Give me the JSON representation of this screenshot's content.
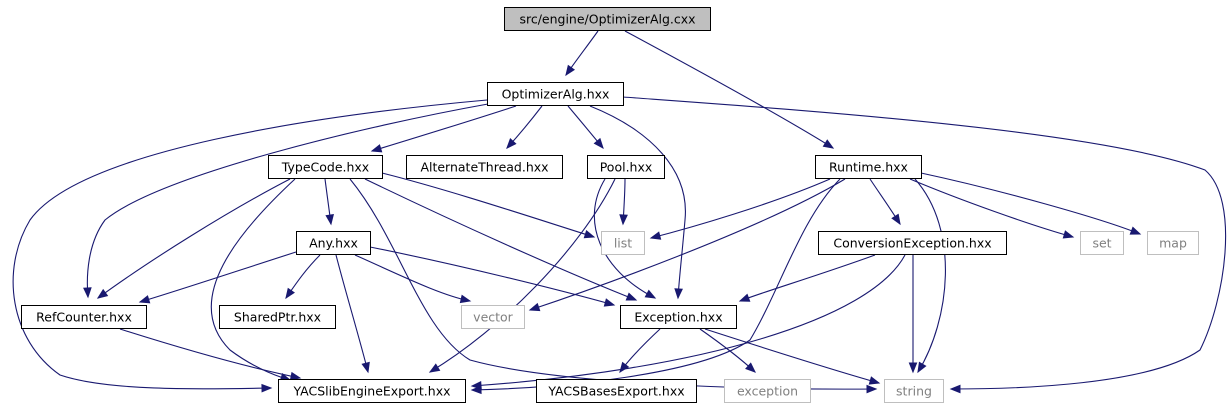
{
  "diagram": {
    "type": "include-dependency-graph",
    "colors": {
      "root_fill": "#bfbfbf",
      "node_fill": "#ffffff",
      "node_border": "#000000",
      "external_border": "#bfbfbf",
      "external_text": "#808080",
      "edge": "#191970"
    },
    "nodes": [
      {
        "id": "optimizeralg_cxx",
        "label": "src/engine/OptimizerAlg.cxx",
        "kind": "root"
      },
      {
        "id": "optimizeralg_hxx",
        "label": "OptimizerAlg.hxx",
        "kind": "file"
      },
      {
        "id": "runtime_hxx",
        "label": "Runtime.hxx",
        "kind": "file"
      },
      {
        "id": "typecode_hxx",
        "label": "TypeCode.hxx",
        "kind": "file"
      },
      {
        "id": "alternatethread_hxx",
        "label": "AlternateThread.hxx",
        "kind": "file"
      },
      {
        "id": "pool_hxx",
        "label": "Pool.hxx",
        "kind": "file"
      },
      {
        "id": "any_hxx",
        "label": "Any.hxx",
        "kind": "file"
      },
      {
        "id": "list",
        "label": "list",
        "kind": "external"
      },
      {
        "id": "conversionexception_hxx",
        "label": "ConversionException.hxx",
        "kind": "file"
      },
      {
        "id": "set",
        "label": "set",
        "kind": "external"
      },
      {
        "id": "map",
        "label": "map",
        "kind": "external"
      },
      {
        "id": "refcounter_hxx",
        "label": "RefCounter.hxx",
        "kind": "file"
      },
      {
        "id": "sharedptr_hxx",
        "label": "SharedPtr.hxx",
        "kind": "file"
      },
      {
        "id": "vector",
        "label": "vector",
        "kind": "external"
      },
      {
        "id": "exception_hxx",
        "label": "Exception.hxx",
        "kind": "file"
      },
      {
        "id": "yacslibengineexport_hxx",
        "label": "YACSlibEngineExport.hxx",
        "kind": "file"
      },
      {
        "id": "yacsbasesexport_hxx",
        "label": "YACSBasesExport.hxx",
        "kind": "file"
      },
      {
        "id": "exception",
        "label": "exception",
        "kind": "external"
      },
      {
        "id": "string",
        "label": "string",
        "kind": "external"
      }
    ],
    "edges": [
      {
        "from": "optimizeralg_cxx",
        "to": "optimizeralg_hxx"
      },
      {
        "from": "optimizeralg_cxx",
        "to": "runtime_hxx"
      },
      {
        "from": "optimizeralg_hxx",
        "to": "typecode_hxx"
      },
      {
        "from": "optimizeralg_hxx",
        "to": "alternatethread_hxx"
      },
      {
        "from": "optimizeralg_hxx",
        "to": "pool_hxx"
      },
      {
        "from": "optimizeralg_hxx",
        "to": "refcounter_hxx"
      },
      {
        "from": "optimizeralg_hxx",
        "to": "yacslibengineexport_hxx"
      },
      {
        "from": "optimizeralg_hxx",
        "to": "exception_hxx"
      },
      {
        "from": "optimizeralg_hxx",
        "to": "string"
      },
      {
        "from": "typecode_hxx",
        "to": "any_hxx"
      },
      {
        "from": "typecode_hxx",
        "to": "list"
      },
      {
        "from": "typecode_hxx",
        "to": "refcounter_hxx"
      },
      {
        "from": "typecode_hxx",
        "to": "exception_hxx"
      },
      {
        "from": "typecode_hxx",
        "to": "yacslibengineexport_hxx"
      },
      {
        "from": "typecode_hxx",
        "to": "string"
      },
      {
        "from": "pool_hxx",
        "to": "list"
      },
      {
        "from": "pool_hxx",
        "to": "exception_hxx"
      },
      {
        "from": "pool_hxx",
        "to": "yacslibengineexport_hxx"
      },
      {
        "from": "any_hxx",
        "to": "refcounter_hxx"
      },
      {
        "from": "any_hxx",
        "to": "sharedptr_hxx"
      },
      {
        "from": "any_hxx",
        "to": "yacslibengineexport_hxx"
      },
      {
        "from": "any_hxx",
        "to": "vector"
      },
      {
        "from": "any_hxx",
        "to": "exception_hxx"
      },
      {
        "from": "runtime_hxx",
        "to": "list"
      },
      {
        "from": "runtime_hxx",
        "to": "vector"
      },
      {
        "from": "runtime_hxx",
        "to": "conversionexception_hxx"
      },
      {
        "from": "runtime_hxx",
        "to": "set"
      },
      {
        "from": "runtime_hxx",
        "to": "map"
      },
      {
        "from": "runtime_hxx",
        "to": "yacslibengineexport_hxx"
      },
      {
        "from": "runtime_hxx",
        "to": "string"
      },
      {
        "from": "conversionexception_hxx",
        "to": "exception_hxx"
      },
      {
        "from": "conversionexception_hxx",
        "to": "yacslibengineexport_hxx"
      },
      {
        "from": "conversionexception_hxx",
        "to": "string"
      },
      {
        "from": "refcounter_hxx",
        "to": "yacslibengineexport_hxx"
      },
      {
        "from": "exception_hxx",
        "to": "yacsbasesexport_hxx"
      },
      {
        "from": "exception_hxx",
        "to": "exception"
      },
      {
        "from": "exception_hxx",
        "to": "string"
      }
    ]
  }
}
